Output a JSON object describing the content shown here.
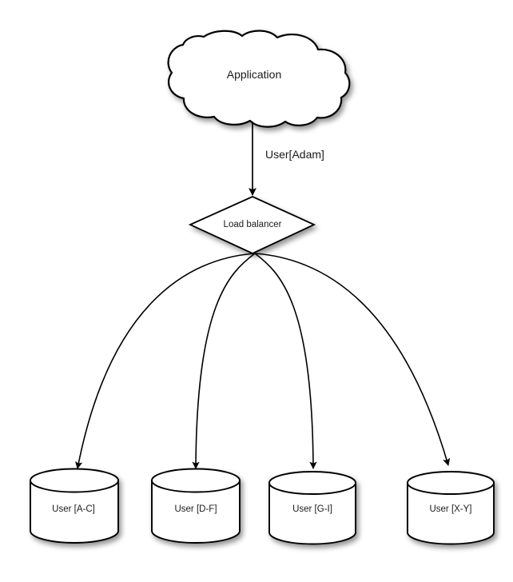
{
  "diagram": {
    "type": "architecture-flow",
    "background_color": "#ffffff",
    "stroke_color": "#000000",
    "fill_color": "#ffffff",
    "text_color": "#1a1a1a",
    "nodes": {
      "cloud": {
        "shape": "cloud",
        "label": "Application"
      },
      "load_balancer": {
        "shape": "diamond",
        "label": "Load balancer"
      },
      "databases": [
        {
          "shape": "cylinder",
          "label": "User [A-C]"
        },
        {
          "shape": "cylinder",
          "label": "User [D-F]"
        },
        {
          "shape": "cylinder",
          "label": "User [G-I]"
        },
        {
          "shape": "cylinder",
          "label": "User [X-Y]"
        }
      ]
    },
    "edges": {
      "app_to_lb": {
        "label": "User[Adam]",
        "style": "straight-arrow",
        "from": "cloud",
        "to": "load_balancer"
      },
      "lb_to_db": {
        "label": "",
        "style": "curved-arrow",
        "from": "load_balancer",
        "to": "databases",
        "count": 4
      }
    }
  }
}
